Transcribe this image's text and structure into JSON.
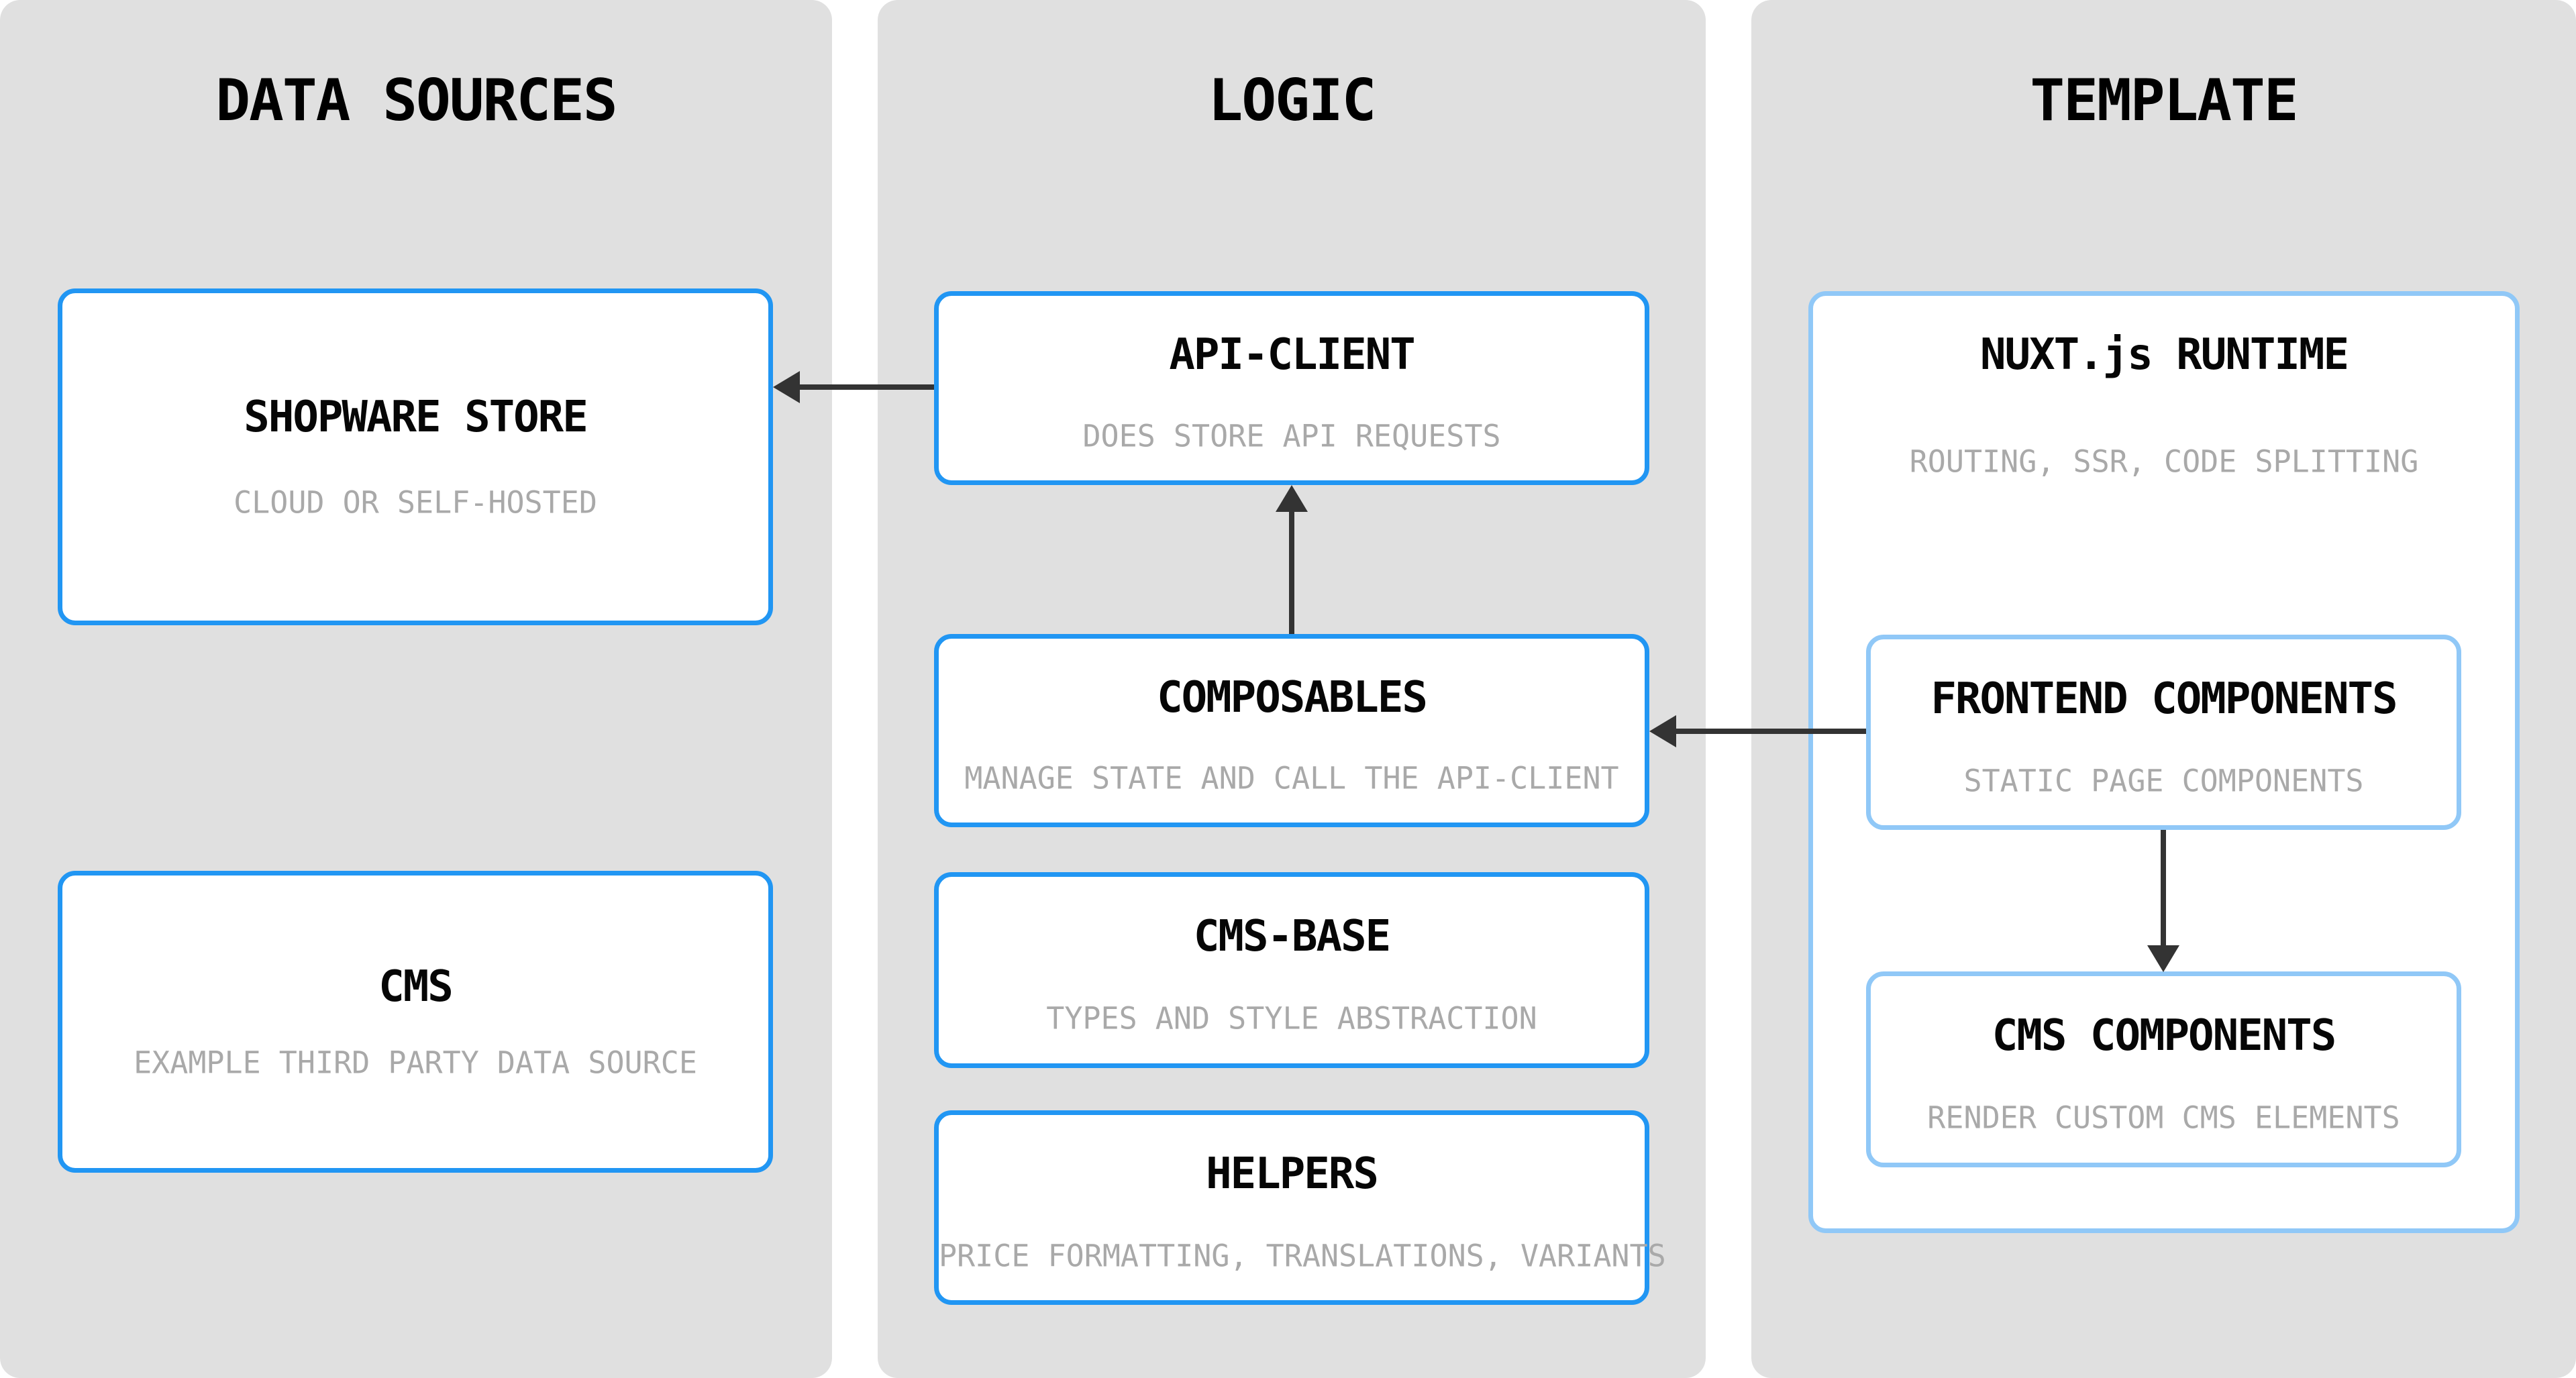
{
  "diagram": {
    "columns": [
      {
        "id": "data-sources",
        "title": "DATA SOURCES"
      },
      {
        "id": "logic",
        "title": "LOGIC"
      },
      {
        "id": "template",
        "title": "TEMPLATE"
      }
    ],
    "nodes": {
      "shopware_store": {
        "title": "SHOPWARE STORE",
        "subtitle": "CLOUD OR SELF-HOSTED"
      },
      "cms": {
        "title": "CMS",
        "subtitle": "EXAMPLE THIRD PARTY DATA SOURCE"
      },
      "api_client": {
        "title": "API-CLIENT",
        "subtitle": "DOES STORE API REQUESTS"
      },
      "composables": {
        "title": "COMPOSABLES",
        "subtitle": "MANAGE STATE AND CALL THE API-CLIENT"
      },
      "cms_base": {
        "title": "CMS-BASE",
        "subtitle": "TYPES AND STYLE ABSTRACTION"
      },
      "helpers": {
        "title": "HELPERS",
        "subtitle": "PRICE FORMATTING, TRANSLATIONS, VARIANTS"
      },
      "nuxt_runtime": {
        "title": "NUXT.js RUNTIME",
        "subtitle": "ROUTING, SSR, CODE SPLITTING"
      },
      "frontend_components": {
        "title": "FRONTEND COMPONENTS",
        "subtitle": "STATIC PAGE COMPONENTS"
      },
      "cms_components": {
        "title": "CMS COMPONENTS",
        "subtitle": "RENDER CUSTOM CMS ELEMENTS"
      }
    },
    "arrows": [
      {
        "from": "api_client",
        "to": "shopware_store",
        "direction": "left"
      },
      {
        "from": "composables",
        "to": "api_client",
        "direction": "up"
      },
      {
        "from": "frontend_components",
        "to": "composables",
        "direction": "left"
      },
      {
        "from": "frontend_components",
        "to": "cms_components",
        "direction": "down"
      }
    ],
    "colors": {
      "page_background": "#ffffff",
      "column_background": "#e0e0e0",
      "primary_border_blue": "#2196f3",
      "light_border_blue": "#90c8f7",
      "title_text": "#000000",
      "subtitle_text": "#a9a9a9",
      "arrow": "#333333"
    }
  }
}
